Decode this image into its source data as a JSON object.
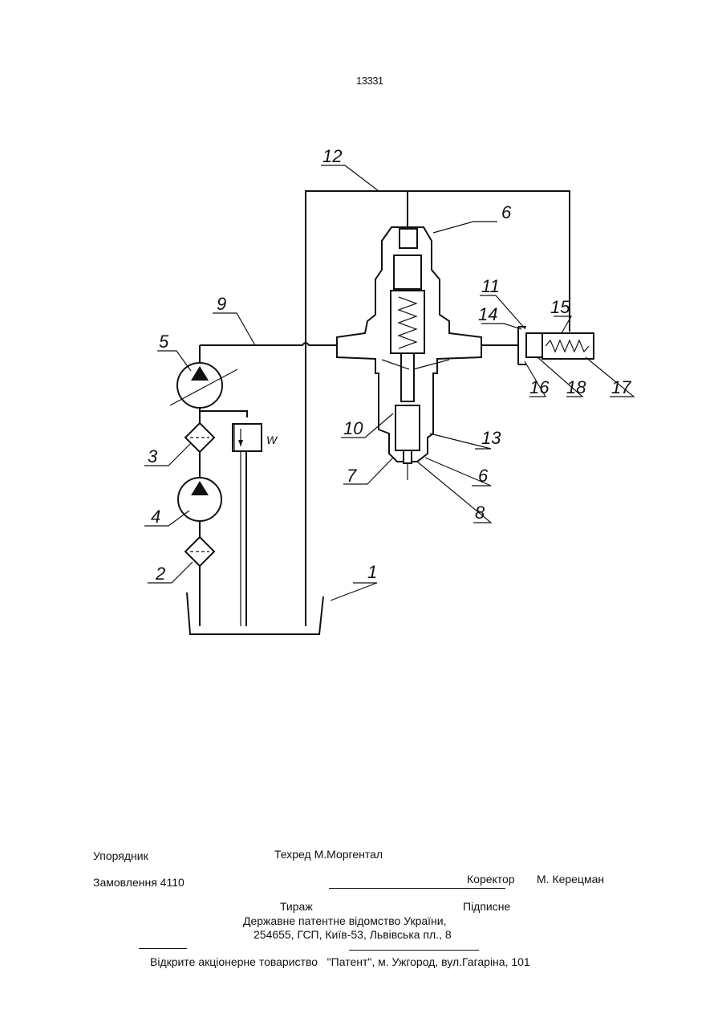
{
  "page": {
    "number": "13331"
  },
  "figure": {
    "labels": [
      "1",
      "2",
      "3",
      "4",
      "5",
      "6",
      "7",
      "8",
      "9",
      "10",
      "11",
      "12",
      "13",
      "14",
      "15",
      "16",
      "17",
      "18"
    ],
    "valve_mark": "W"
  },
  "imprint": {
    "compiler": "Упорядник",
    "tech_editor": "Техред М.Моргентал",
    "order": "Замовлення 4110",
    "corrector_label": "Коректор",
    "corrector_name": "М. Керецман",
    "circulation": "Тираж",
    "subscription": "Підписне",
    "office": "Державне патентне відомство України,",
    "address": "254655, ГСП, Київ-53, Львівська пл., 8",
    "publisher": "Відкрите акціонерне товариство   \"Патент\", м. Ужгород, вул.Гагаріна, 101"
  }
}
